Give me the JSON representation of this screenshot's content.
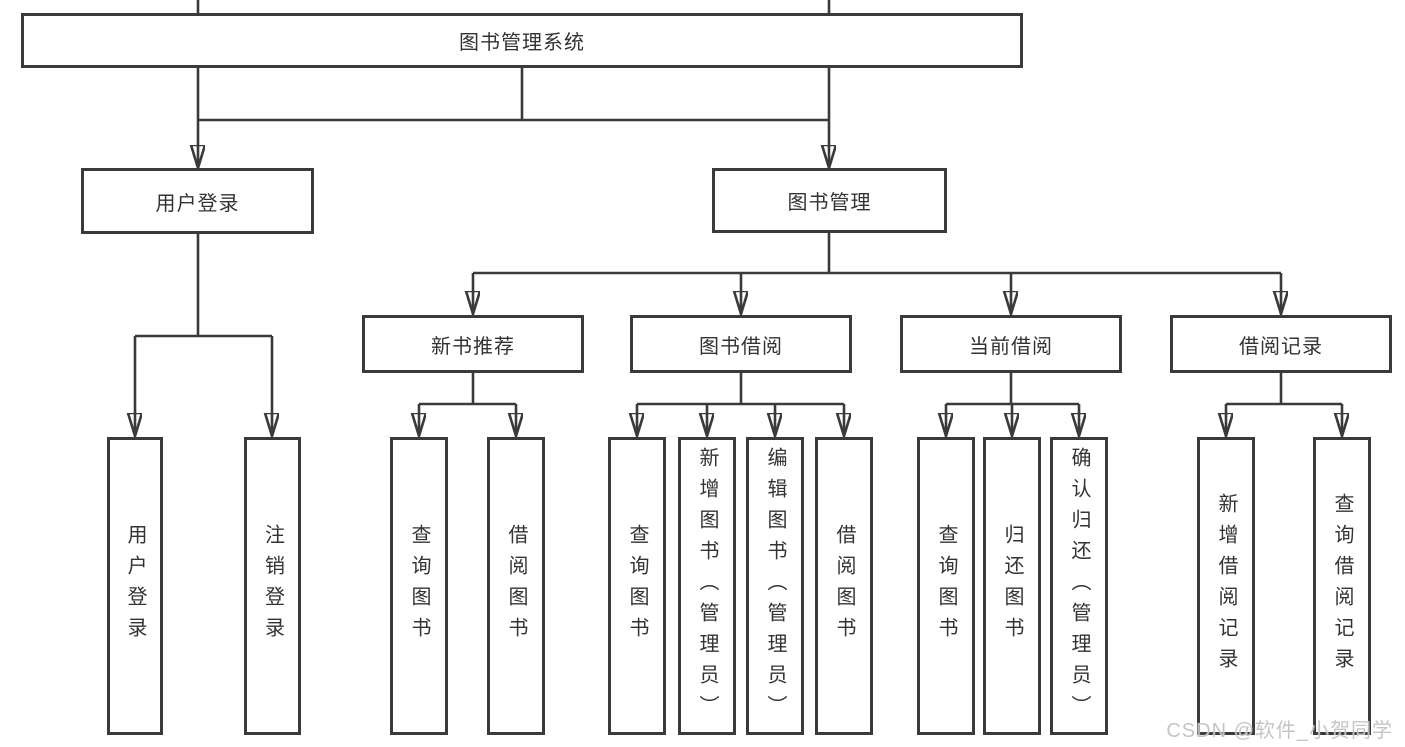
{
  "diagram_title": "图书管理系统",
  "tree": {
    "root": {
      "label": "图书管理系统"
    },
    "branches": [
      {
        "label": "用户登录",
        "children": [
          {
            "label": "用户登录"
          },
          {
            "label": "注销登录"
          }
        ]
      },
      {
        "label": "图书管理",
        "children": [
          {
            "label": "新书推荐",
            "children": [
              {
                "label": "查询图书"
              },
              {
                "label": "借阅图书"
              }
            ]
          },
          {
            "label": "图书借阅",
            "children": [
              {
                "label": "查询图书"
              },
              {
                "label": "新增图书（管理员）"
              },
              {
                "label": "编辑图书（管理员）"
              },
              {
                "label": "借阅图书"
              }
            ]
          },
          {
            "label": "当前借阅",
            "children": [
              {
                "label": "查询图书"
              },
              {
                "label": "归还图书"
              },
              {
                "label": "确认归还（管理员）"
              }
            ]
          },
          {
            "label": "借阅记录",
            "children": [
              {
                "label": "新增借阅记录"
              },
              {
                "label": "查询借阅记录"
              }
            ]
          }
        ]
      }
    ]
  },
  "watermark": {
    "text": "CSDN @软件_小贺同学"
  },
  "colors": {
    "line": "#3a3a3a",
    "text": "#333333",
    "watermark": "#c2c2c2",
    "background": "#ffffff"
  }
}
